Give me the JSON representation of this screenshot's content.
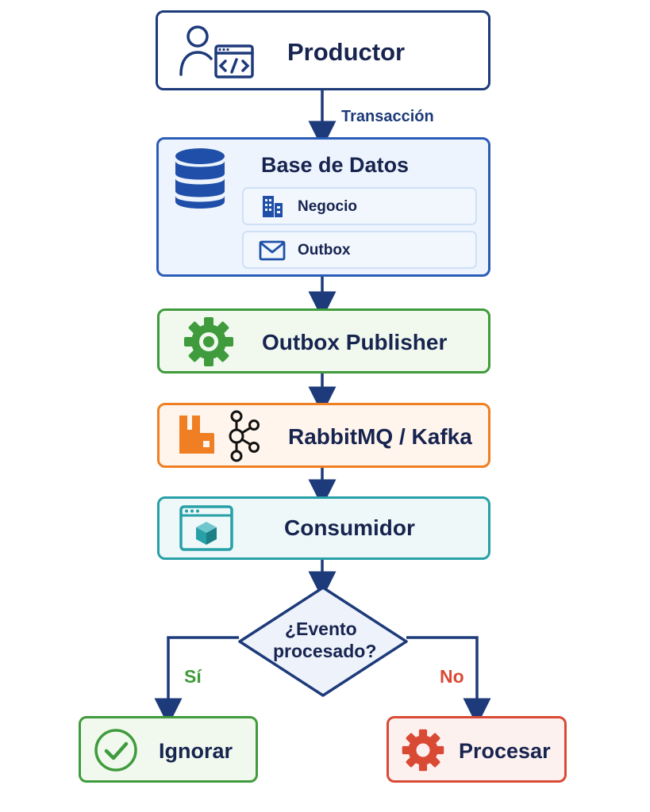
{
  "nodes": {
    "producer": {
      "label": "Productor",
      "icon": "user-code-icon"
    },
    "database": {
      "label": "Base de Datos",
      "icon": "database-icon",
      "tables": [
        {
          "label": "Negocio",
          "icon": "building-icon"
        },
        {
          "label": "Outbox",
          "icon": "envelope-icon"
        }
      ]
    },
    "publisher": {
      "label": "Outbox Publisher",
      "icon": "gear-icon"
    },
    "broker": {
      "label": "RabbitMQ / Kafka",
      "icons": [
        "rabbitmq-icon",
        "kafka-icon"
      ]
    },
    "consumer": {
      "label": "Consumidor",
      "icon": "browser-box-icon"
    },
    "decision": {
      "line1": "¿Evento",
      "line2": "procesado?"
    },
    "ignore": {
      "label": "Ignorar",
      "icon": "check-circle-icon"
    },
    "process": {
      "label": "Procesar",
      "icon": "gear-icon"
    }
  },
  "edges": {
    "transaction_label": "Transacción",
    "yes_label": "Sí",
    "no_label": "No"
  },
  "colors": {
    "navy": "#1d3a7a",
    "blue": "#2b5db8",
    "green": "#3f9b3b",
    "orange": "#ef7f22",
    "teal": "#27a0a8",
    "red": "#d94a35"
  }
}
